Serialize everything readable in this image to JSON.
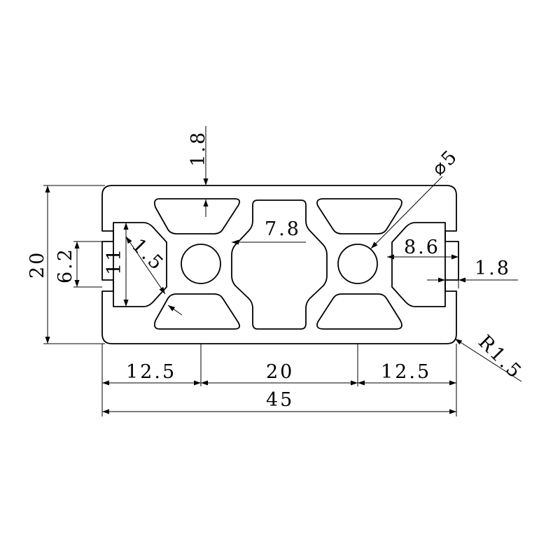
{
  "drawing": {
    "dimensions": {
      "top_wall": "1.8",
      "hole_diameter": "⌀5",
      "height_total": "20",
      "slot_width": "6.2",
      "slot_depth": "11",
      "chamfer": "1.5",
      "center_width": "7.8",
      "slot_opening": "8.6",
      "side_wall": "1.8",
      "corner_radius": "R1.5",
      "left_offset": "12.5",
      "center_pitch": "20",
      "right_offset": "12.5",
      "total_length": "45"
    }
  }
}
